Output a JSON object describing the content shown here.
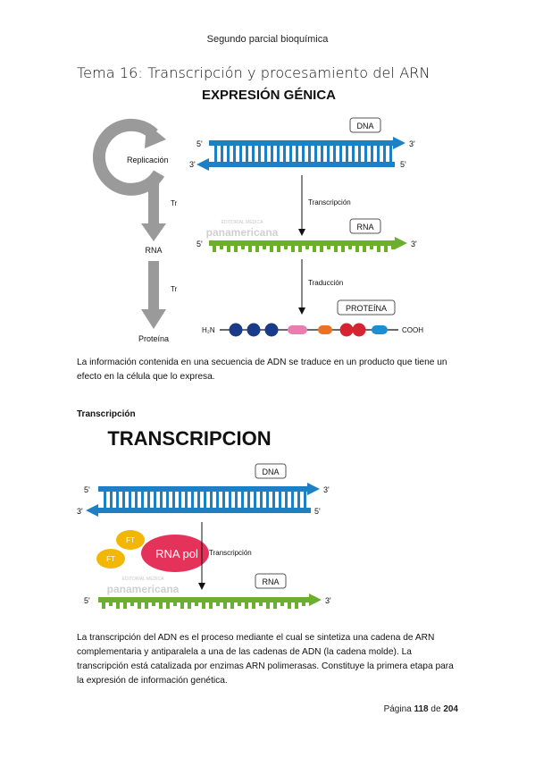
{
  "header": {
    "text": "Segundo parcial bioquímica"
  },
  "section_title": "Tema 16: Transcripción y procesamiento del ARN",
  "figure1": {
    "title": "EXPRESIÓN GÉNICA",
    "replication_label": "Replicación",
    "tr_label_1": "Tr",
    "rna_label": "RNA",
    "tr_label_2": "Tr",
    "protein_label": "Proteína",
    "dna_box": "DNA",
    "strand_top_5": "5'",
    "strand_top_3": "3'",
    "strand_bottom_3": "3'",
    "strand_bottom_5": "5'",
    "transcription_label": "Transcripción",
    "rna_box": "RNA",
    "rna_5": "5'",
    "rna_3": "3'",
    "translation_label": "Traducción",
    "protein_box": "PROTEÍNA",
    "h2n": "H₂N",
    "cooh": "COOH",
    "watermark_top": "EDITORIAL MÉDICA",
    "watermark_main": "panamericana"
  },
  "paragraph1": "La información contenida en una secuencia de ADN se traduce en un producto que tiene un efecto en la célula que lo expresa.",
  "subheading": "Transcripción",
  "figure2": {
    "title": "TRANSCRIPCION",
    "dna_box": "DNA",
    "strand_top_5": "5'",
    "strand_top_3": "3'",
    "strand_bottom_3": "3'",
    "strand_bottom_5": "5'",
    "ft_1": "FT",
    "ft_2": "FT",
    "rna_pol": "RNA pol",
    "transcription_label": "Transcripción",
    "rna_box": "RNA",
    "rna_5": "5'",
    "rna_3": "3'",
    "watermark_top": "EDITORIAL MÉDICA",
    "watermark_main": "panamericana"
  },
  "paragraph2": "La transcripción del ADN es el proceso mediante el cual se sintetiza una cadena de ARN complementaria y antiparalela a una de las cadenas de ADN (la cadena molde). La transcripción está catalizada por enzimas ARN polimerasas. Constituye la primera etapa para la expresión de información genética.",
  "footer": {
    "prefix": "Página",
    "page": "118",
    "mid": "de",
    "total": "204"
  },
  "colors": {
    "dna_blue": "#1d7fc4",
    "rna_green": "#6cae2e",
    "rna_pol": "#e5325a",
    "ft": "#f2b705"
  }
}
